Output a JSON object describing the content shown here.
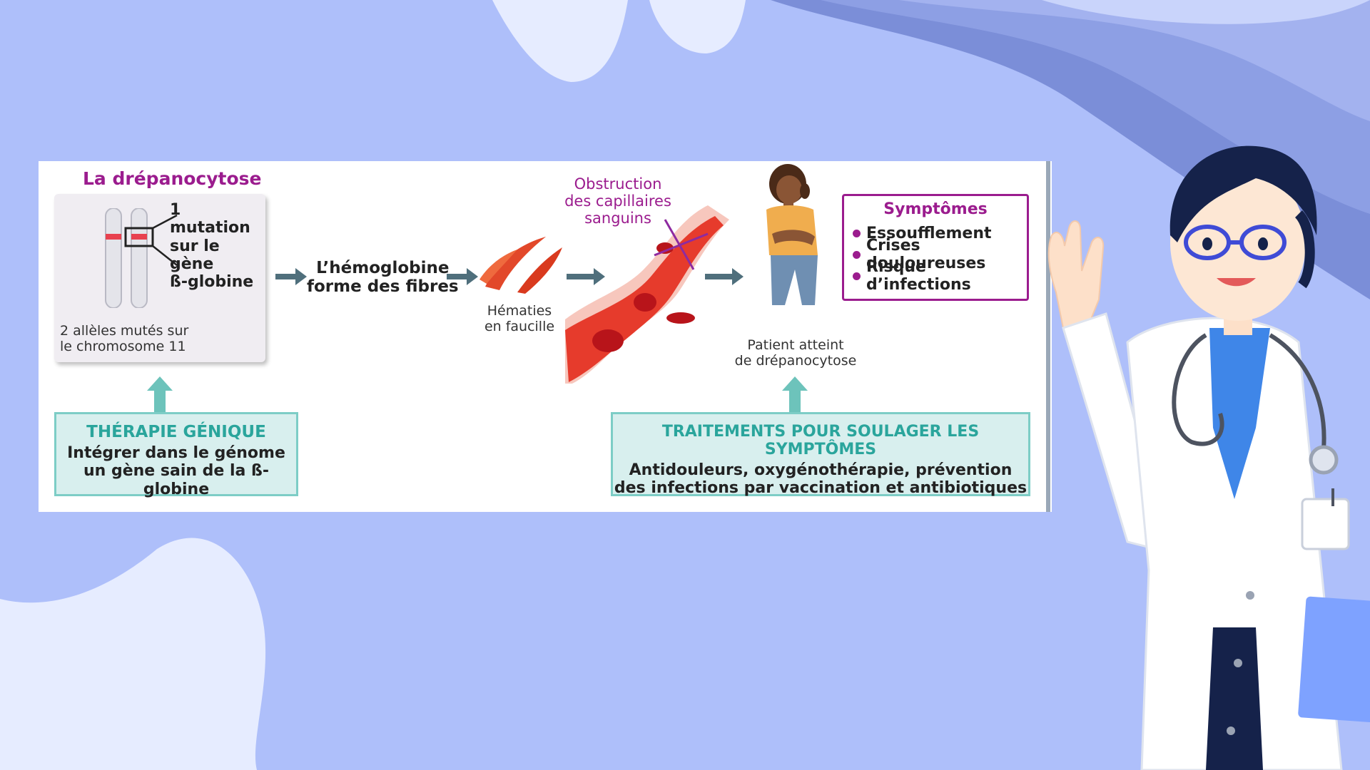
{
  "diagram": {
    "title": "La drépanocytose",
    "mutation_label": [
      "1 mutation",
      "sur le gène",
      "ß-globine"
    ],
    "alleles_label": [
      "2 allèles mutés sur",
      "le chromosome 11"
    ],
    "hemoglobin_label": [
      "L’hémoglobine",
      "forme des fibres"
    ],
    "sickle_cells_label": [
      "Hématies",
      "en faucille"
    ],
    "obstruction_label": [
      "Obstruction",
      "des capillaires",
      "sanguins"
    ],
    "patient_label": [
      "Patient atteint",
      "de drépanocytose"
    ],
    "symptoms": {
      "title": "Symptômes",
      "items": [
        "Essoufflement",
        "Crises douloureuses",
        "Risque d’infections"
      ]
    },
    "gene_therapy": {
      "title": "THÉRAPIE GÉNIQUE",
      "lines": [
        "Intégrer dans le génome",
        "un gène sain de la ß-globine"
      ]
    },
    "treatments": {
      "title": "TRAITEMENTS POUR SOULAGER LES SYMPTÔMES",
      "lines": [
        "Antidouleurs, oxygénothérapie, prévention",
        "des infections par vaccination et antibiotiques"
      ]
    }
  },
  "icons": [
    "chromosome-icon",
    "sickle-cell-icon",
    "blood-vessel-icon",
    "patient-icon",
    "doctor-icon"
  ],
  "colors": {
    "background": "#aebffa",
    "accent_purple": "#9b1c8e",
    "teal": "#2aa59c",
    "arrow": "#4f6f7c",
    "blood_red": "#d92b1e"
  }
}
